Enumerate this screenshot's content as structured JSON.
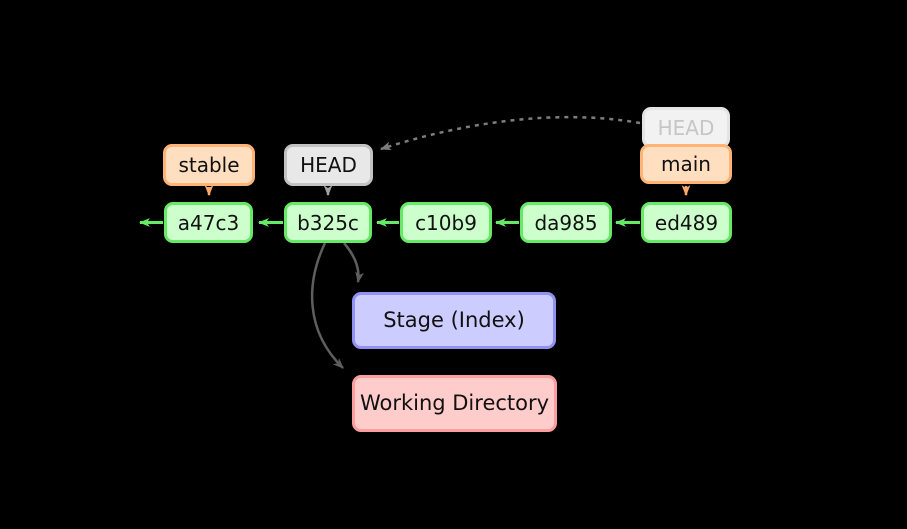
{
  "diagram": {
    "type": "git-commit-graph",
    "labels": {
      "stable": "stable",
      "head": "HEAD",
      "head_ghost": "HEAD",
      "main": "main"
    },
    "commits": [
      {
        "id": "a47c3"
      },
      {
        "id": "b325c"
      },
      {
        "id": "c10b9"
      },
      {
        "id": "da985"
      },
      {
        "id": "ed489"
      }
    ],
    "areas": {
      "stage": "Stage (Index)",
      "working_directory": "Working Directory"
    },
    "edges": [
      {
        "from": "ed489",
        "to": "da985",
        "style": "solid-green-left"
      },
      {
        "from": "da985",
        "to": "c10b9",
        "style": "solid-green-left"
      },
      {
        "from": "c10b9",
        "to": "b325c",
        "style": "solid-green-left"
      },
      {
        "from": "b325c",
        "to": "a47c3",
        "style": "solid-green-left"
      },
      {
        "from": "a47c3",
        "to": "older-history",
        "style": "solid-green-left"
      },
      {
        "from": "stable",
        "to": "a47c3",
        "style": "solid-orange-down"
      },
      {
        "from": "HEAD",
        "to": "b325c",
        "style": "solid-gray-down"
      },
      {
        "from": "main",
        "to": "ed489",
        "style": "solid-orange-down"
      },
      {
        "from": "HEAD-ghost",
        "to": "HEAD",
        "style": "dashed-gray-curve"
      },
      {
        "from": "b325c",
        "to": "Stage (Index)",
        "style": "solid-darkgray-curve"
      },
      {
        "from": "b325c",
        "to": "Working Directory",
        "style": "solid-darkgray-curve"
      }
    ],
    "colors": {
      "background": "#000000",
      "commit_fill": "#ccffcc",
      "commit_border": "#66ea66",
      "commit_arrow": "#66ea66",
      "branch_fill": "#ffdfc0",
      "branch_border": "#ffb377",
      "branch_arrow": "#ffa86b",
      "head_fill": "#e8e8e8",
      "head_border": "#c2c2c2",
      "head_arrow": "#a3a3a3",
      "ghost_head_fill": "#f2f2f2",
      "ghost_head_text": "#c6c6c6",
      "stage_fill": "#ccccff",
      "stage_border": "#9191f1",
      "working_dir_fill": "#ffcccc",
      "working_dir_border": "#fb9e9e",
      "flow_arrow": "#5e5e5e",
      "dashed_arrow": "#7d7d7d",
      "text": "#111111"
    }
  }
}
